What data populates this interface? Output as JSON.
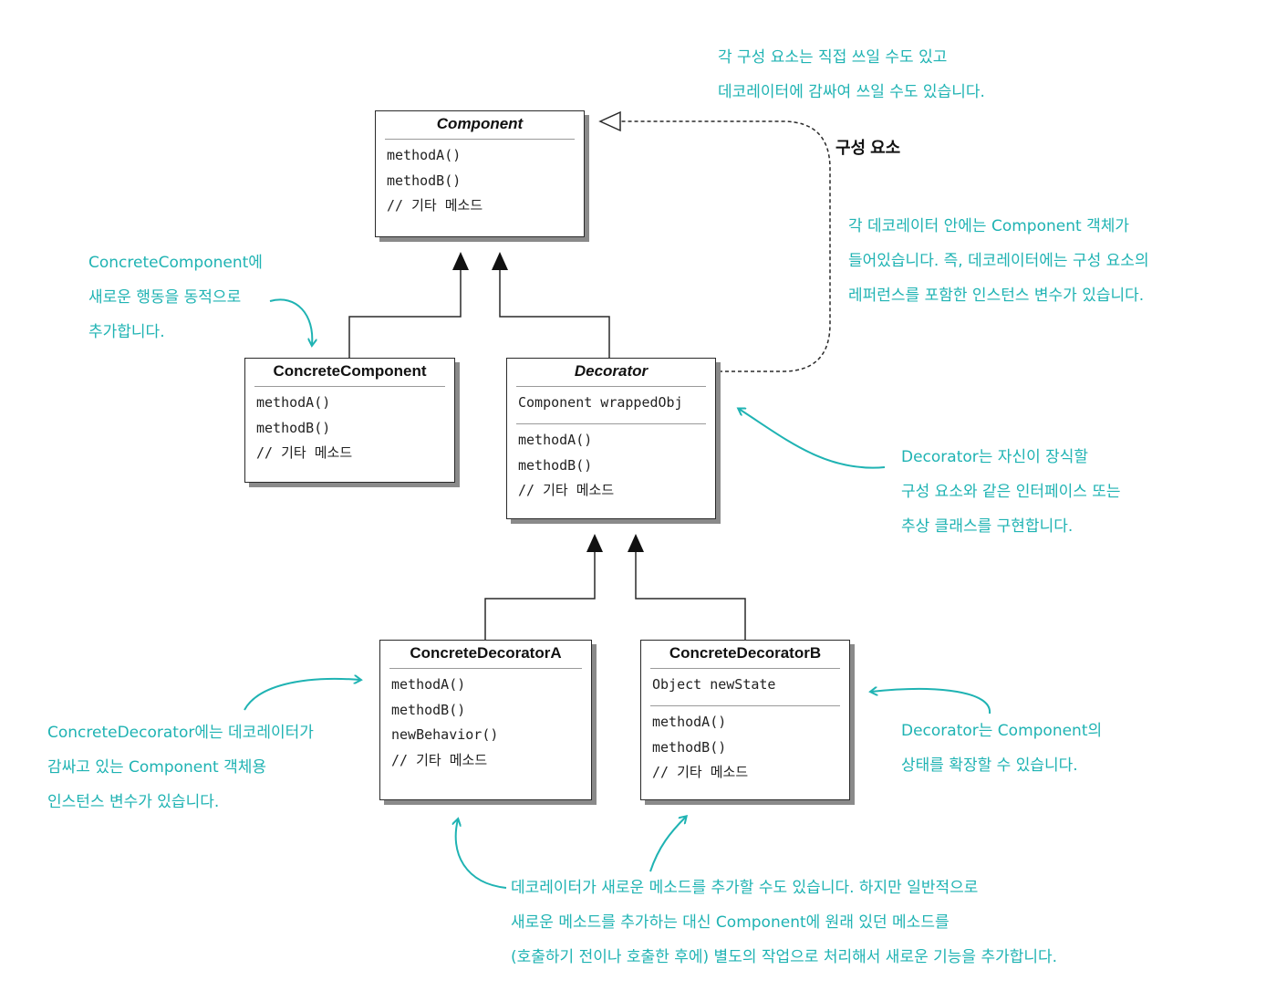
{
  "colors": {
    "note": "#1fb3b3",
    "line": "#2a2a2a",
    "shadow": "#8a8a8a"
  },
  "boxes": {
    "component": {
      "title": "Component",
      "methods": [
        "methodA()",
        "methodB()",
        "// 기타 메소드"
      ]
    },
    "concrete_component": {
      "title": "ConcreteComponent",
      "methods": [
        "methodA()",
        "methodB()",
        "// 기타 메소드"
      ]
    },
    "decorator": {
      "title": "Decorator",
      "field": "Component wrappedObj",
      "methods": [
        "methodA()",
        "methodB()",
        "// 기타 메소드"
      ]
    },
    "concrete_decorator_a": {
      "title": "ConcreteDecoratorA",
      "methods": [
        "methodA()",
        "methodB()",
        "newBehavior()",
        "// 기타 메소드"
      ]
    },
    "concrete_decorator_b": {
      "title": "ConcreteDecoratorB",
      "field": "Object newState",
      "methods": [
        "methodA()",
        "methodB()",
        "// 기타 메소드"
      ]
    }
  },
  "labels": {
    "component_role": "구성 요소"
  },
  "notes": {
    "top_right": [
      "각 구성 요소는 직접 쓰일 수도 있고",
      "데코레이터에 감싸여 쓰일 수도 있습니다."
    ],
    "right_middle": [
      "각 데코레이터 안에는 Component 객체가",
      "들어있습니다. 즉, 데코레이터에는 구성 요소의",
      "레퍼런스를 포함한 인스턴스 변수가 있습니다."
    ],
    "left_top": [
      "ConcreteComponent에",
      "새로운 행동을 동적으로",
      "추가합니다."
    ],
    "decorator_interface": [
      "Decorator는 자신이 장식할",
      "구성 요소와 같은 인터페이스 또는",
      "추상 클래스를 구현합니다."
    ],
    "left_bottom": [
      "ConcreteDecorator에는 데코레이터가",
      "감싸고 있는 Component 객체용",
      "인스턴스 변수가 있습니다."
    ],
    "right_bottom": [
      "Decorator는 Component의",
      "상태를 확장할 수 있습니다."
    ],
    "bottom": [
      "데코레이터가 새로운 메소드를 추가할 수도 있습니다. 하지만 일반적으로",
      "새로운 메소드를 추가하는 대신 Component에 원래 있던 메소드를",
      "(호출하기 전이나 호출한 후에) 별도의 작업으로 처리해서 새로운 기능을 추가합니다."
    ]
  }
}
